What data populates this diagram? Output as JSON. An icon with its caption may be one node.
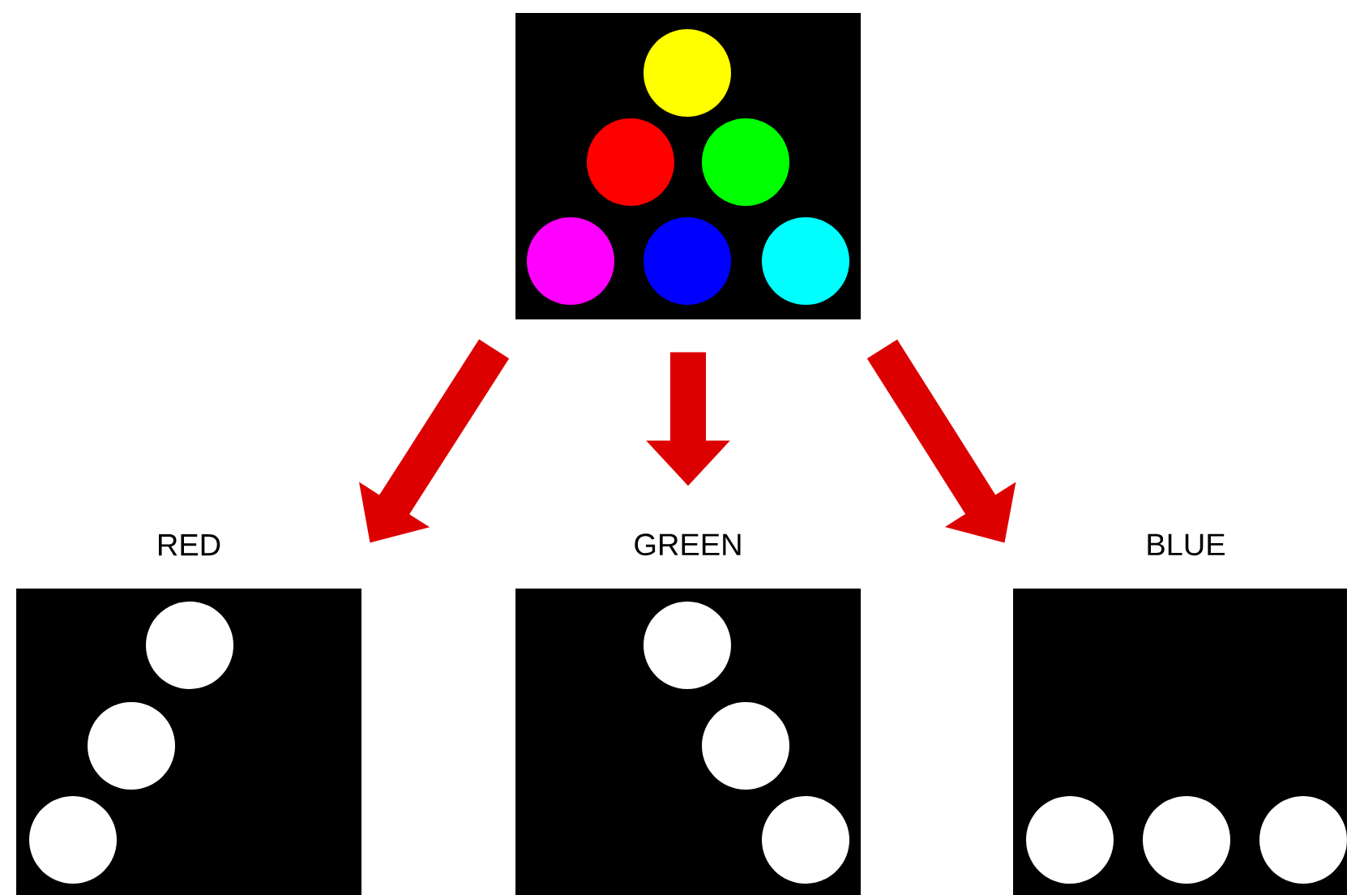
{
  "diagram": {
    "nodes": [
      {
        "text": [],
        "shape": "box"
      },
      {
        "text": [
          "RED"
        ]
      },
      {
        "text": [
          "GREEN"
        ]
      },
      {
        "text": [
          "BLUE"
        ]
      }
    ],
    "edges": [
      {
        "from": 0,
        "to": 1,
        "arrow": "to"
      },
      {
        "from": 0,
        "to": 2,
        "arrow": "to"
      },
      {
        "from": 0,
        "to": 3,
        "arrow": "to"
      }
    ]
  }
}
